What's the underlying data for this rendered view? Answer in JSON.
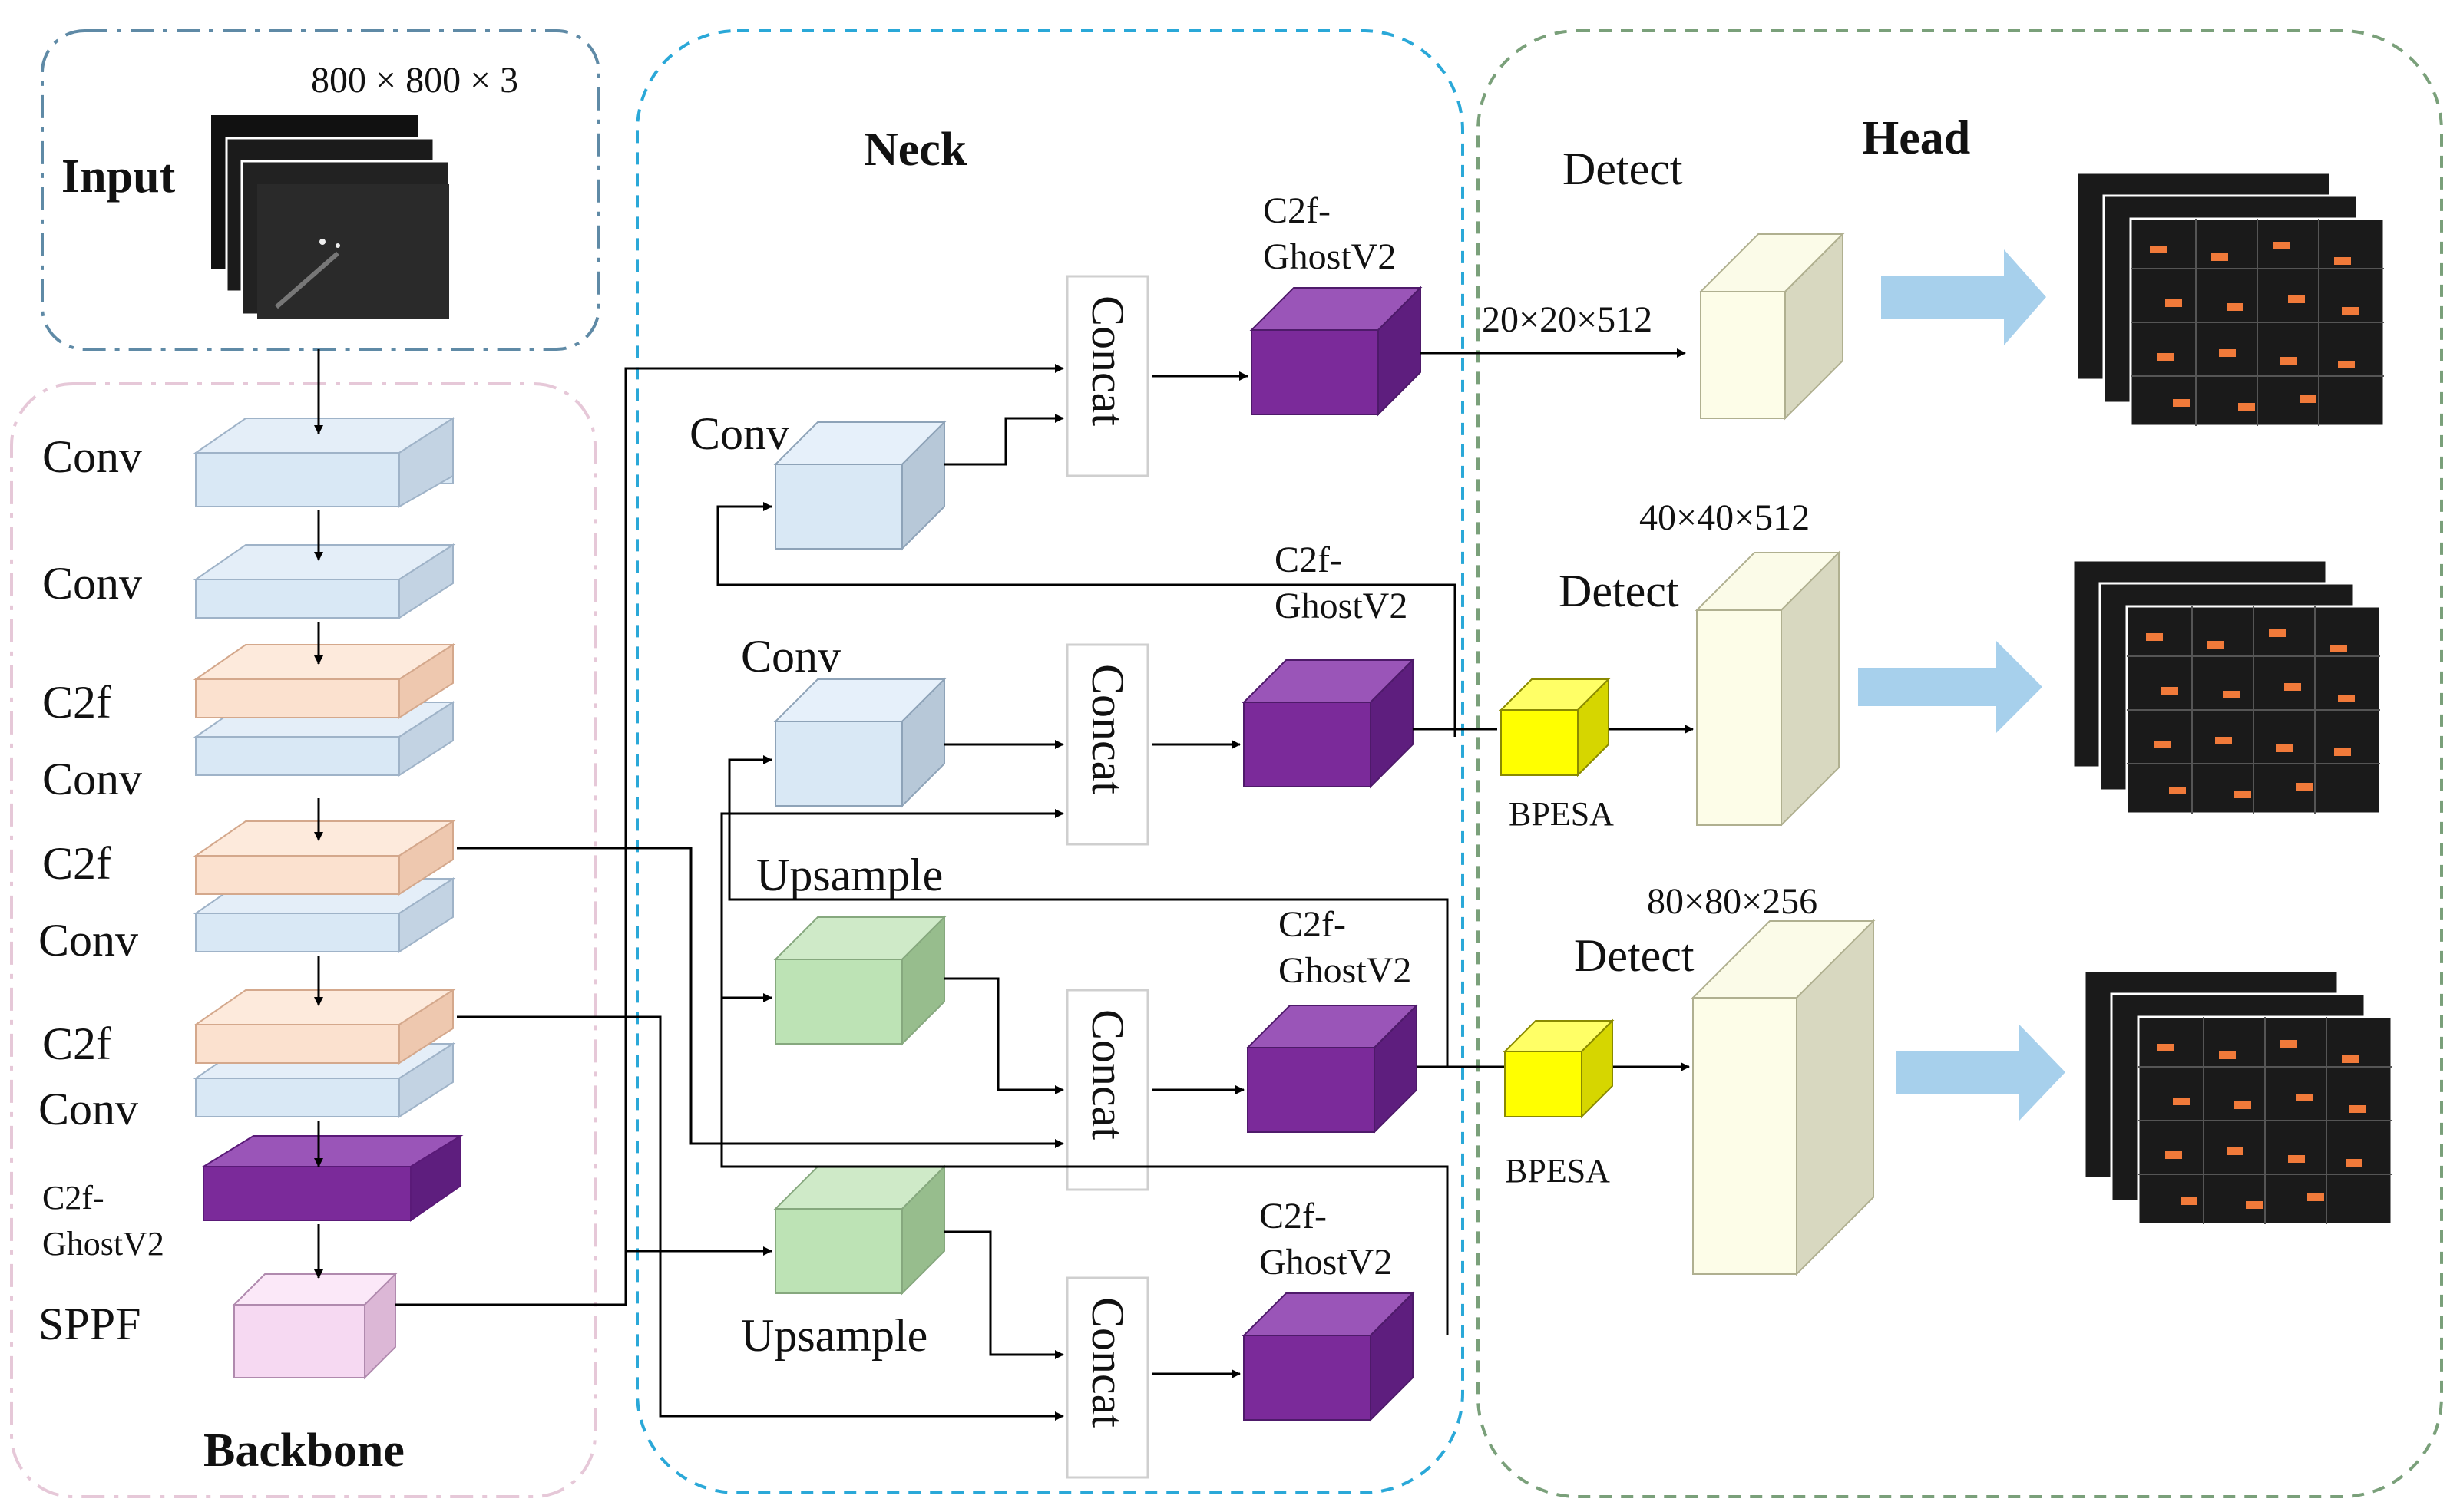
{
  "colors": {
    "input_border": "#5f8aa6",
    "backbone_border": "#e6c8d8",
    "neck_border": "#2aa8d8",
    "head_border": "#7aa07a",
    "conv": "#d9e8f5",
    "c2f": "#fbe1cf",
    "c2f_ghost": "#7b2a9a",
    "sppf": "#f6d9f2",
    "upsample": "#bde3b5",
    "bpesa": "#ffff00",
    "detect": "#fdfde8",
    "arrow": "#a7d0ec",
    "wire": "#000000"
  },
  "icons": {
    "input_images": "stacked-dark-infrared-frames-icon",
    "output_images": "stacked-detection-result-grid-icon",
    "flow_arrow": "light-blue-right-arrow-icon"
  },
  "input": {
    "title": "Input",
    "size": "800 × 800 × 3"
  },
  "backbone": {
    "title": "Backbone",
    "labels": {
      "conv1": "Conv",
      "conv2": "Conv",
      "c2f1": "C2f",
      "conv3": "Conv",
      "c2f2": "C2f",
      "conv4": "Conv",
      "c2f3": "C2f",
      "conv5": "Conv",
      "ghost_line1": "C2f-",
      "ghost_line2": "GhostV2",
      "sppf": "SPPF"
    }
  },
  "neck": {
    "title": "Neck",
    "conv_top": "Conv",
    "conv_mid": "Conv",
    "upsample_mid": "Upsample",
    "upsample_bottom": "Upsample",
    "concat": [
      "Concat",
      "Concat",
      "Concat",
      "Concat"
    ],
    "ghost": [
      {
        "line1": "C2f-",
        "line2": "GhostV2"
      },
      {
        "line1": "C2f-",
        "line2": "GhostV2"
      },
      {
        "line1": "C2f-",
        "line2": "GhostV2"
      },
      {
        "line1": "C2f-",
        "line2": "GhostV2"
      }
    ]
  },
  "head": {
    "title": "Head",
    "detect": [
      "Detect",
      "Detect",
      "Detect"
    ],
    "sizes": [
      "20×20×512",
      "40×40×512",
      "80×80×256"
    ],
    "bpesa": [
      "BPESA",
      "BPESA"
    ]
  }
}
